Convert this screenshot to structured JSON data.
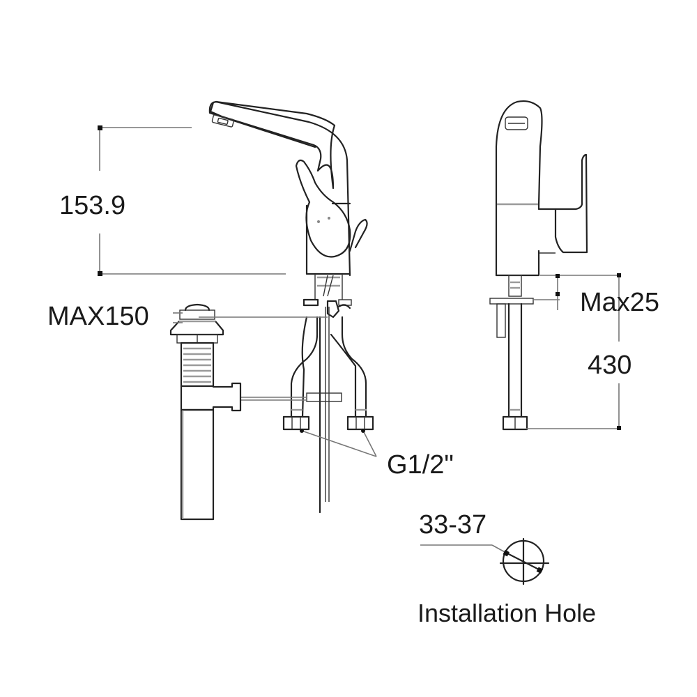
{
  "drawing": {
    "type": "technical-dimension-drawing",
    "subject": "single-lever basin mixer faucet with pop-up waste",
    "views": [
      "side-view",
      "front-view",
      "installation-hole-detail"
    ]
  },
  "dimensions": {
    "spout_height": "153.9",
    "waste_max": "MAX150",
    "deck_thickness_max": "Max25",
    "hose_length": "430",
    "connection_thread": "G1/2\"",
    "hole_diameter": "33-37"
  },
  "labels": {
    "installation_hole": "Installation Hole"
  },
  "colors": {
    "line": "#222222",
    "secondary_line": "#9a9a9a",
    "dimension_line": "#777777",
    "background": "#ffffff"
  }
}
